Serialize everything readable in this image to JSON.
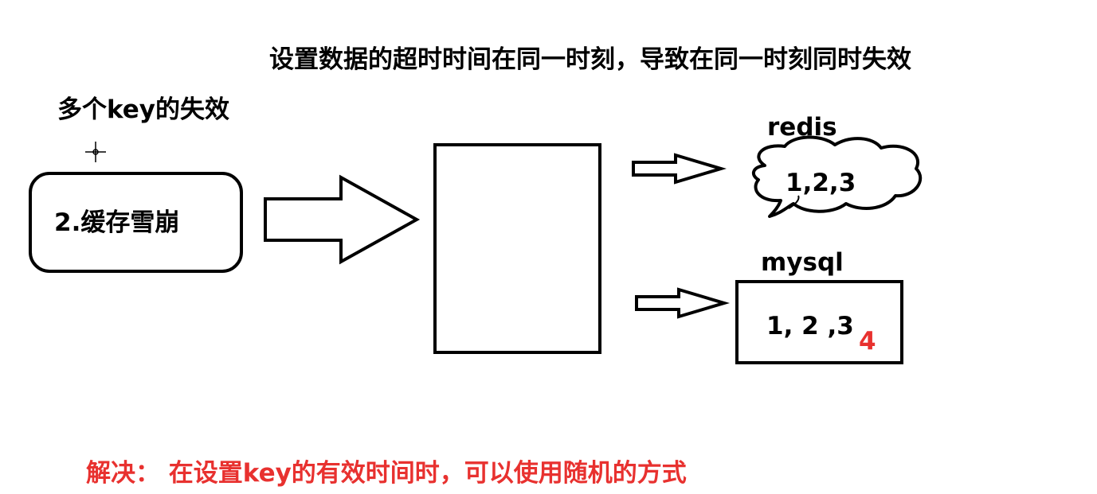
{
  "colors": {
    "ink": "#000000",
    "highlight": "#e8312f",
    "background": "#ffffff"
  },
  "header": {
    "title": "设置数据的超时时间在同一时刻，导致在同一时刻同时失效"
  },
  "subtitle": "多个key的失效",
  "cache_box": {
    "label": "2.缓存雪崩"
  },
  "redis": {
    "label": "redis",
    "values": "1,2,3"
  },
  "mysql": {
    "label": "mysql",
    "values": "1, 2 ,3",
    "new_value": "4"
  },
  "solution": {
    "text": "解决：  在设置key的有效时间时，可以使用随机的方式"
  }
}
